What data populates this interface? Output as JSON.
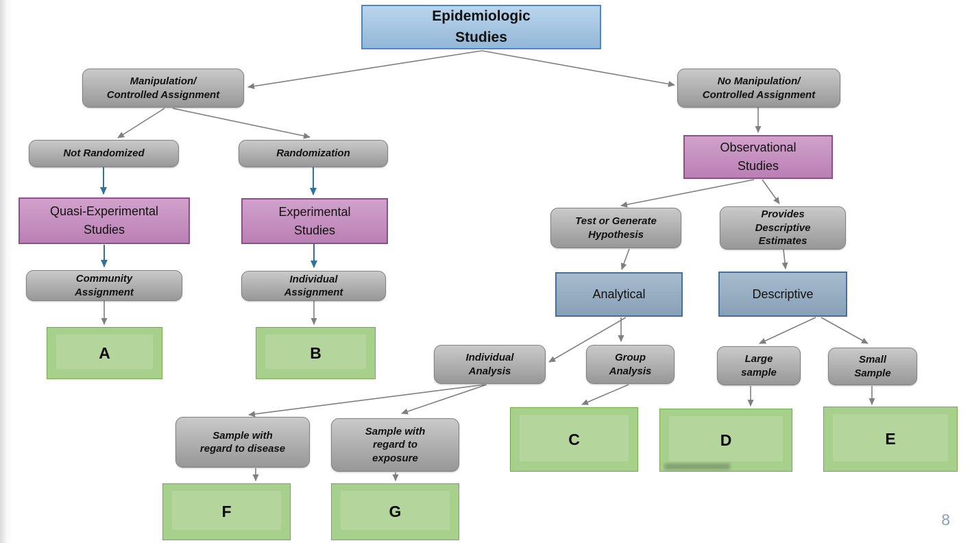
{
  "page_number": "8",
  "colors": {
    "root_fill": "#9CC3E5",
    "root_border": "#4A89C7",
    "gray_fill": "#B0B0B0",
    "gray_border": "#818181",
    "purple_fill": "#C487BD",
    "purple_border": "#8E4E8B",
    "steel_fill": "#91AAC2",
    "steel_border": "#41719C",
    "green_fill": "#A8D08D",
    "green_border": "#70AD47",
    "arrow_gray": "#7F7F7F",
    "arrow_blue": "#2E739E",
    "page_number_color": "#8DA0B5"
  },
  "nodes": {
    "root": {
      "label": "Epidemiologic\nStudies"
    },
    "manipulation": {
      "label": "Manipulation/\nControlled Assignment"
    },
    "no_manipulation": {
      "label": "No Manipulation/\nControlled Assignment"
    },
    "not_randomized": {
      "label": "Not Randomized"
    },
    "randomization": {
      "label": "Randomization"
    },
    "quasi": {
      "label": "Quasi-Experimental\nStudies"
    },
    "experimental": {
      "label": "Experimental\nStudies"
    },
    "community": {
      "label": "Community\nAssignment"
    },
    "individual_assignment": {
      "label": "Individual\nAssignment"
    },
    "observational": {
      "label": "Observational\nStudies"
    },
    "test_hypothesis": {
      "label": "Test or Generate\nHypothesis"
    },
    "provides_estimates": {
      "label": "Provides\nDescriptive\nEstimates"
    },
    "analytical": {
      "label": "Analytical"
    },
    "descriptive": {
      "label": "Descriptive"
    },
    "individual_analysis": {
      "label": "Individual\nAnalysis"
    },
    "group_analysis": {
      "label": "Group\nAnalysis"
    },
    "large_sample": {
      "label": "Large\nsample"
    },
    "small_sample": {
      "label": "Small\nSample"
    },
    "sample_disease": {
      "label": "Sample with\nregard to disease"
    },
    "sample_exposure": {
      "label": "Sample with\nregard to\nexposure"
    },
    "a": {
      "label": "A"
    },
    "b": {
      "label": "B"
    },
    "c": {
      "label": "C"
    },
    "d": {
      "label": "D"
    },
    "e": {
      "label": "E"
    },
    "f": {
      "label": "F"
    },
    "g": {
      "label": "G"
    }
  }
}
